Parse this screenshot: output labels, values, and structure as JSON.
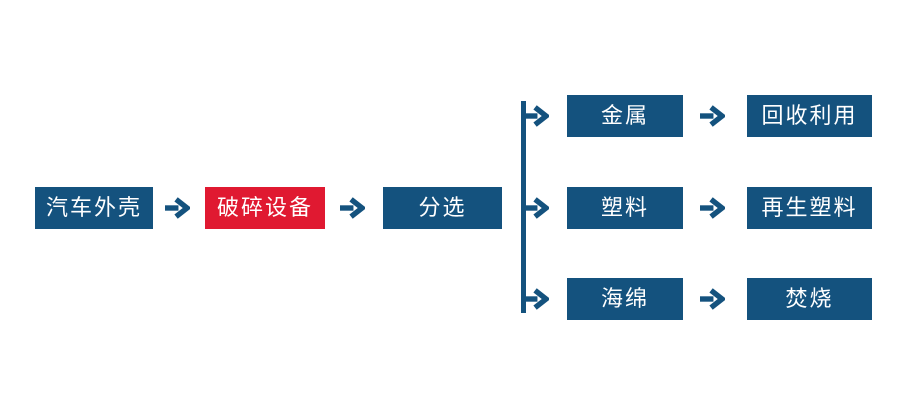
{
  "colors": {
    "background": "#FFFFFF",
    "box_blue": "#14527E",
    "box_red": "#E01931",
    "arrow_blue": "#14527E",
    "text_white": "#FFFFFF"
  },
  "icons": {
    "arrow_right": "→"
  },
  "flowchart": {
    "main_sequence": [
      {
        "label": "汽车外壳",
        "color": "blue"
      },
      {
        "label": "破碎设备",
        "color": "red"
      },
      {
        "label": "分选",
        "color": "blue"
      }
    ],
    "branches": [
      {
        "material": "金属",
        "result": "回收利用"
      },
      {
        "material": "塑料",
        "result": "再生塑料"
      },
      {
        "material": "海绵",
        "result": "焚烧"
      }
    ]
  }
}
